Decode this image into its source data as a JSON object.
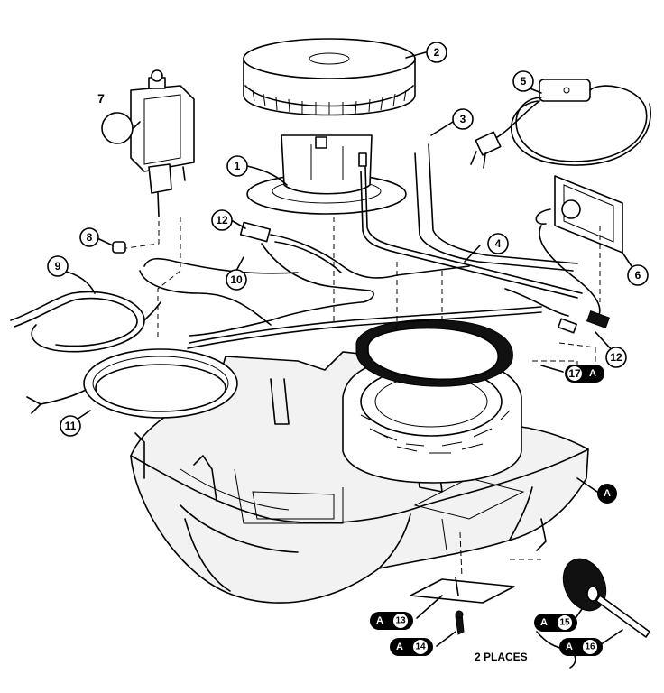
{
  "callouts": {
    "c1": "1",
    "c2": "2",
    "c3": "3",
    "c4": "4",
    "c5": "5",
    "c6": "6",
    "c7": "7",
    "c8": "8",
    "c9": "9",
    "c10": "10",
    "c11": "11",
    "c12a": "12",
    "c12b": "12"
  },
  "ref_callouts": {
    "r17": {
      "letter": "A",
      "num": "17"
    },
    "rA": {
      "letter": "A"
    },
    "r13": {
      "letter": "A",
      "num": "13"
    },
    "r14": {
      "letter": "A",
      "num": "14"
    },
    "r15": {
      "letter": "A",
      "num": "15"
    },
    "r16": {
      "letter": "A",
      "num": "16"
    }
  },
  "notes": {
    "places": "2 PLACES"
  }
}
